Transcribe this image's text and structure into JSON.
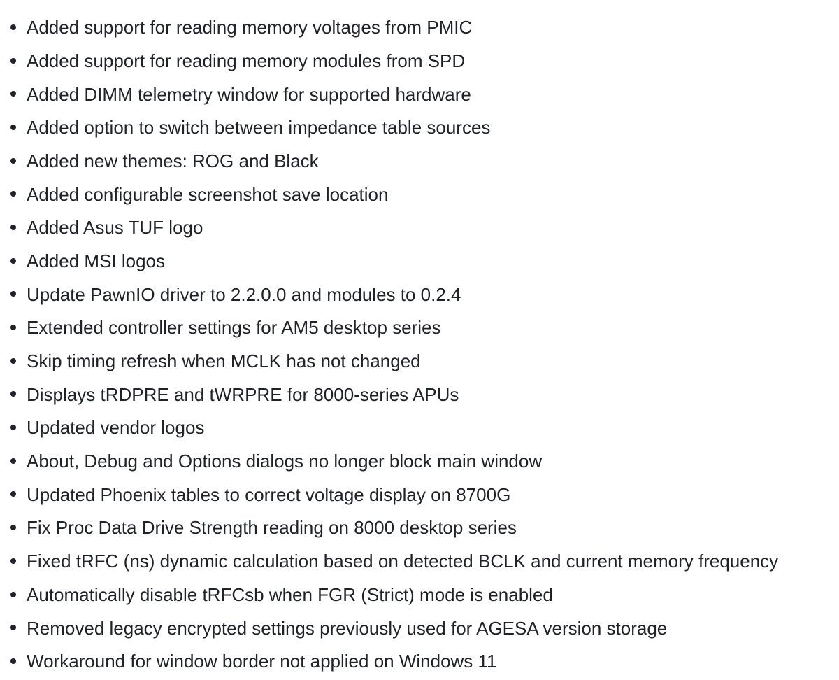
{
  "changelog": {
    "items": [
      "Added support for reading memory voltages from PMIC",
      "Added support for reading memory modules from SPD",
      "Added DIMM telemetry window for supported hardware",
      "Added option to switch between impedance table sources",
      "Added new themes: ROG and Black",
      "Added configurable screenshot save location",
      "Added Asus TUF logo",
      "Added MSI logos",
      "Update PawnIO driver to 2.2.0.0 and modules to 0.2.4",
      "Extended controller settings for AM5 desktop series",
      "Skip timing refresh when MCLK has not changed",
      "Displays tRDPRE and tWRPRE for 8000-series APUs",
      "Updated vendor logos",
      "About, Debug and Options dialogs no longer block main window",
      "Updated Phoenix tables to correct voltage display on 8700G",
      "Fix Proc Data Drive Strength reading on 8000 desktop series",
      "Fixed tRFC (ns) dynamic calculation based on detected BCLK and current memory frequency",
      "Automatically disable tRFCsb when FGR (Strict) mode is enabled",
      "Removed legacy encrypted settings previously used for AGESA version storage",
      "Workaround for window border not applied on Windows 11"
    ]
  }
}
